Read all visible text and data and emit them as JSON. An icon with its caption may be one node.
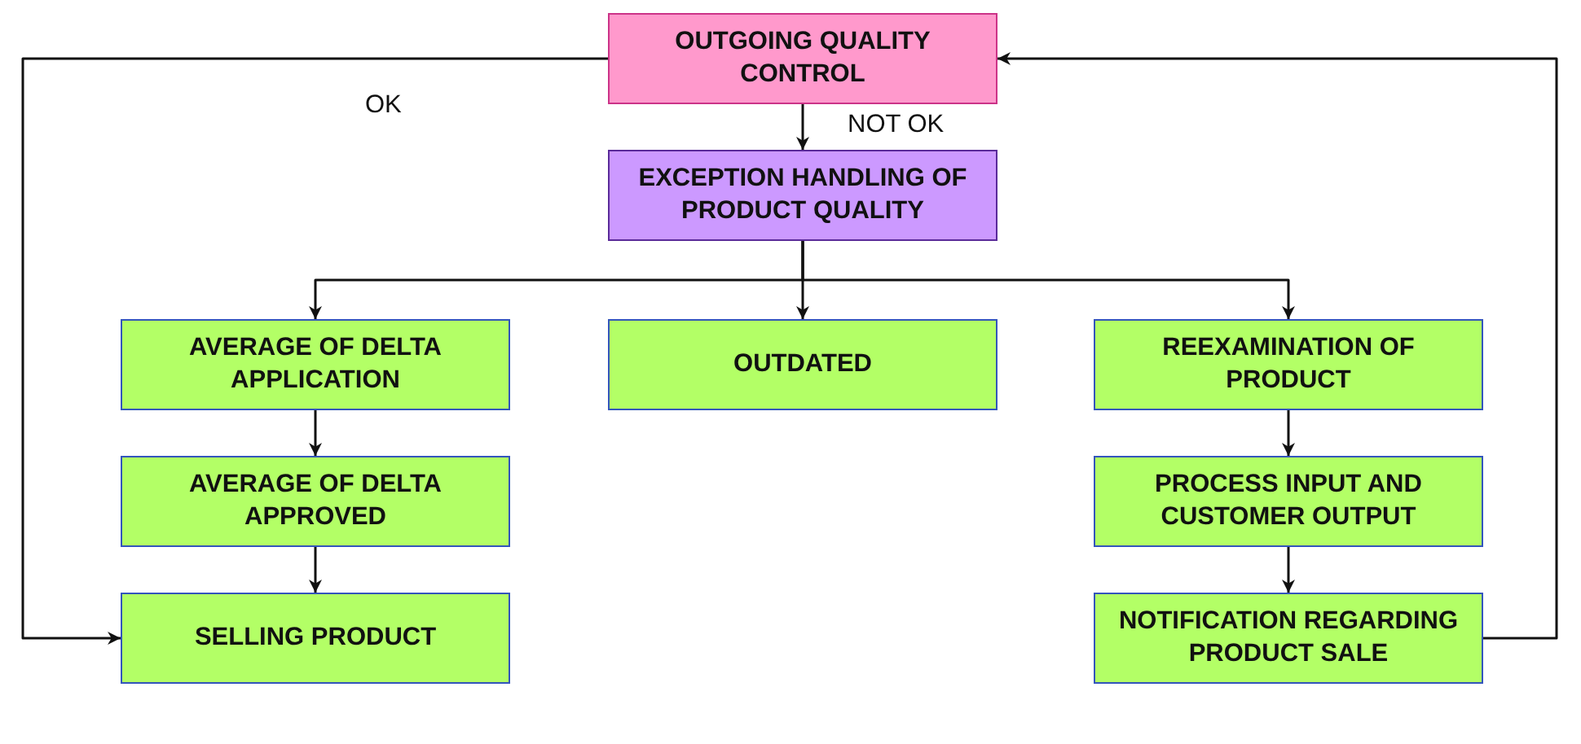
{
  "diagram": {
    "nodes": [
      {
        "text": [
          "OUTGOING QUALITY CONTROL"
        ]
      },
      {
        "text": [
          "EXCEPTION HANDLING OF PRODUCT QUALITY"
        ]
      },
      {
        "text": [
          "AVERAGE OF DELTA APPLICATION"
        ]
      },
      {
        "text": [
          "OUTDATED"
        ]
      },
      {
        "text": [
          "REEXAMINATION OF PRODUCT"
        ]
      },
      {
        "text": [
          "AVERAGE OF DELTA APPROVED"
        ]
      },
      {
        "text": [
          "PROCESS INPUT AND CUSTOMER OUTPUT"
        ]
      },
      {
        "text": [
          "SELLING PRODUCT"
        ]
      },
      {
        "text": [
          "NOTIFICATION REGARDING PRODUCT SALE"
        ]
      }
    ],
    "edges": [
      {
        "from": 0,
        "to": 1,
        "arrow": "to",
        "label": "NOT OK"
      },
      {
        "from": 0,
        "to": 7,
        "arrow": "to",
        "label": "OK"
      },
      {
        "from": 1,
        "to": 2,
        "arrow": "to"
      },
      {
        "from": 1,
        "to": 3,
        "arrow": "to"
      },
      {
        "from": 1,
        "to": 4,
        "arrow": "to"
      },
      {
        "from": 2,
        "to": 5,
        "arrow": "to"
      },
      {
        "from": 5,
        "to": 7,
        "arrow": "to"
      },
      {
        "from": 4,
        "to": 6,
        "arrow": "to"
      },
      {
        "from": 6,
        "to": 8,
        "arrow": "to"
      },
      {
        "from": 8,
        "to": 0,
        "arrow": "to"
      }
    ]
  }
}
